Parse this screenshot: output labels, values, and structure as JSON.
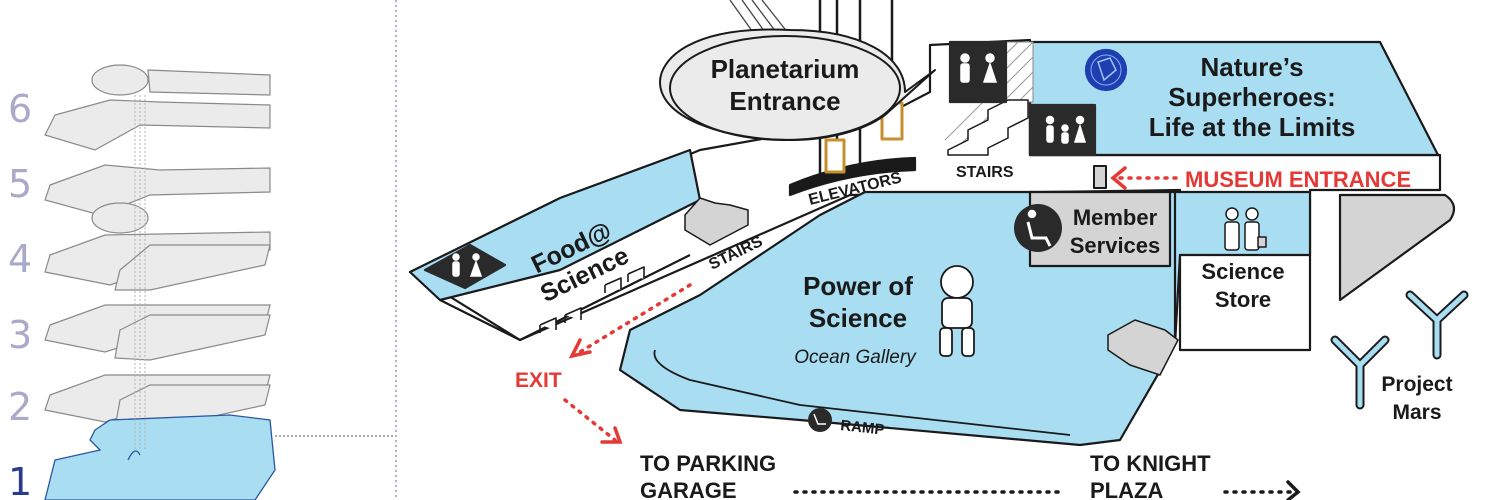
{
  "floor_selector": {
    "floors": [
      "6",
      "5",
      "4",
      "3",
      "2",
      "1"
    ],
    "current": "1"
  },
  "labels": {
    "planetarium": [
      "Planetarium",
      "Entrance"
    ],
    "natures_superheroes": [
      "Nature’s",
      "Superheroes:",
      "Life at the Limits"
    ],
    "food_science": [
      "Food@",
      "Science"
    ],
    "power_of_science": [
      "Power of",
      "Science"
    ],
    "ocean_gallery": "Ocean Gallery",
    "member_services": [
      "Member",
      "Services"
    ],
    "science_store": [
      "Science",
      "Store"
    ],
    "project_mars": [
      "Project",
      "Mars"
    ],
    "elevators": "ELEVATORS",
    "stairs_upper": "STAIRS",
    "stairs_left": "STAIRS",
    "ramp": "RAMP",
    "museum_entrance": "MUSEUM ENTRANCE",
    "exit": "EXIT",
    "parking": [
      "TO PARKING",
      "GARAGE"
    ],
    "knight_plaza": [
      "TO KNIGHT",
      "PLAZA"
    ]
  },
  "icons": [
    "restroom-icon",
    "family-restroom-icon",
    "wheelchair-icon",
    "hands-badge-icon",
    "diver-suit-icon",
    "shoppers-icon",
    "elevator-icon",
    "stairs-icon",
    "bench-icon"
  ],
  "colors": {
    "exhibit_blue": "#a8ddf2",
    "outline": "#1a1a1a",
    "accent_red": "#e53935",
    "floor_number": "#a9a9c9",
    "grey_area": "#d4d4d4",
    "floor_plate": "#ebebeb"
  }
}
